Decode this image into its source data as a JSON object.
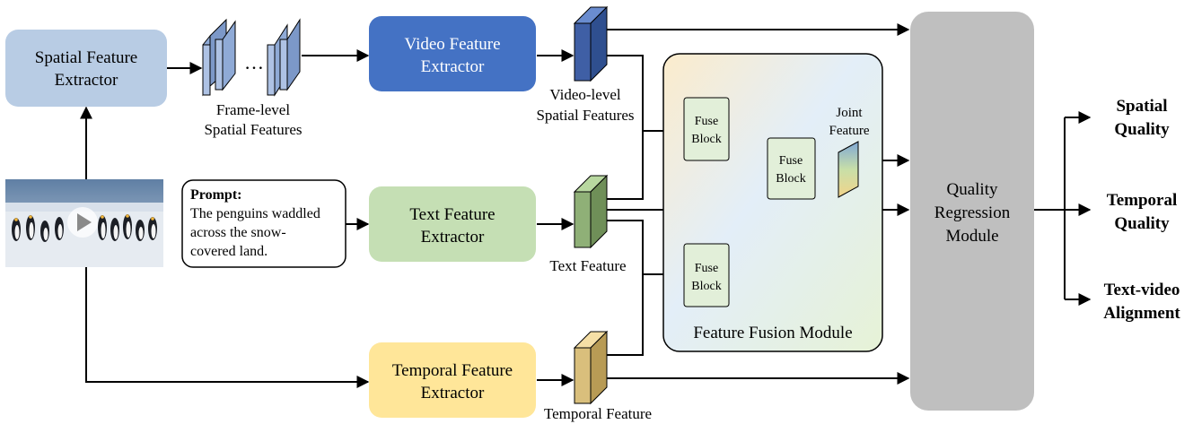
{
  "colors": {
    "spatial_box": "#b8cce4",
    "video_box": "#4472c4",
    "text_box": "#c5dfb4",
    "temporal_box": "#ffe699",
    "fusion_panel": "#eef3e2",
    "regression_box": "#bfbfbf",
    "fuse_block": "#e2efd9",
    "prompt_border": "#000000",
    "arrow": "#000000"
  },
  "modules": {
    "spatial_extractor": [
      "Spatial Feature",
      "Extractor"
    ],
    "video_extractor": [
      "Video Feature",
      "Extractor"
    ],
    "text_extractor": [
      "Text Feature",
      "Extractor"
    ],
    "temporal_extractor": [
      "Temporal Feature",
      "Extractor"
    ],
    "regression": [
      "Quality",
      "Regression",
      "Module"
    ],
    "fusion_title": "Feature Fusion Module",
    "fuse_block": [
      "Fuse",
      "Block"
    ]
  },
  "prompt": {
    "heading": "Prompt:",
    "lines": [
      "The penguins waddled",
      "across the snow-",
      "covered land."
    ]
  },
  "features": {
    "frame_level": [
      "Frame-level",
      "Spatial Features"
    ],
    "frame_ellipsis": "…",
    "video_level": [
      "Video-level",
      "Spatial Features"
    ],
    "text": "Text Feature",
    "temporal": "Temporal Feature",
    "joint": [
      "Joint",
      "Feature"
    ]
  },
  "outputs": [
    [
      "Spatial",
      "Quality"
    ],
    [
      "Temporal",
      "Quality"
    ],
    [
      "Text-video",
      "Alignment"
    ]
  ],
  "input_image_icon": "penguins-video-thumbnail"
}
